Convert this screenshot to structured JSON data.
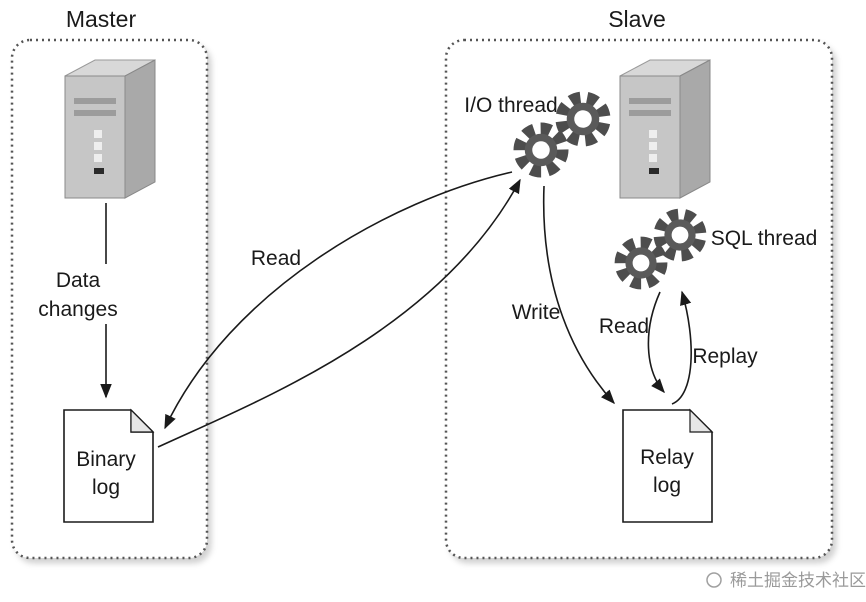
{
  "master": {
    "title": "Master",
    "data_changes": [
      "Data",
      "changes"
    ],
    "binary_log": [
      "Binary",
      "log"
    ]
  },
  "slave": {
    "title": "Slave",
    "io_thread": "I/O thread",
    "sql_thread": "SQL thread",
    "relay_log": [
      "Relay",
      "log"
    ],
    "write": "Write",
    "read": "Read",
    "replay": "Replay"
  },
  "flow": {
    "read": "Read"
  },
  "watermark": "稀土掘金技术社区"
}
